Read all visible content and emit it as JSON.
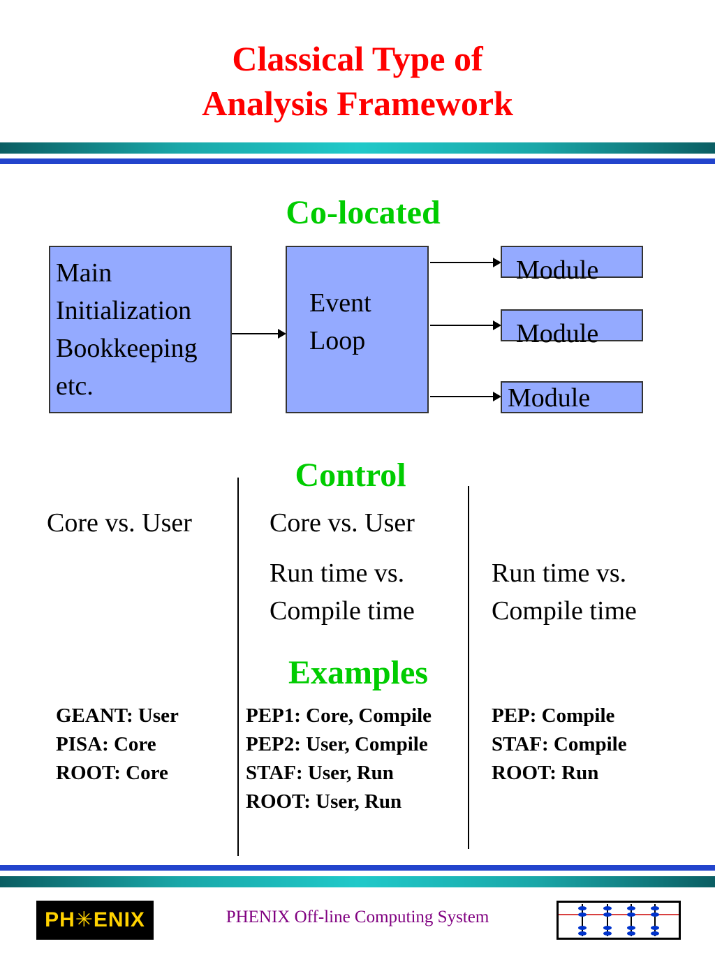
{
  "title": {
    "line1": "Classical Type of",
    "line2": "Analysis Framework"
  },
  "sections": {
    "colocated": "Co-located",
    "control": "Control",
    "examples": "Examples"
  },
  "diagram": {
    "main_box": [
      "Main",
      "Initialization",
      "Bookkeeping",
      "etc."
    ],
    "event_loop": [
      "Event",
      "Loop"
    ],
    "modules": [
      "Module",
      "Module",
      "Module"
    ]
  },
  "control": {
    "col1": [
      "Core vs. User"
    ],
    "col2": [
      "Core vs. User",
      "Run time vs.",
      "Compile time"
    ],
    "col3": [
      "Run time vs.",
      "Compile time"
    ]
  },
  "examples": {
    "col1": [
      "GEANT: User",
      "PISA: Core",
      "ROOT: Core"
    ],
    "col2": [
      "PEP1: Core, Compile",
      "PEP2: User, Compile",
      "STAF: User, Run",
      "ROOT: User, Run"
    ],
    "col3": [
      "PEP: Compile",
      "STAF: Compile",
      "ROOT: Run"
    ]
  },
  "footer": {
    "text": "PHENIX Off-line Computing System",
    "logo_text": "PH✳ENIX",
    "logo_icon": "phenix-logo-icon",
    "detector_icon": "detector-schematic-icon"
  },
  "colors": {
    "title": "#ff0000",
    "heading": "#00cc00",
    "box_fill": "#94aaff",
    "footer_text": "#800080",
    "rule_blue": "#2244cc",
    "rule_teal": "#20c9c9"
  }
}
